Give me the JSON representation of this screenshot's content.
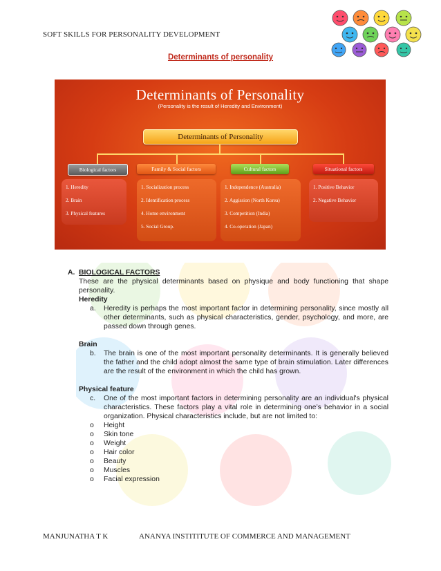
{
  "header": {
    "running_title": "SOFT SKILLS FOR PERSONALITY  DEVELOPMENT"
  },
  "title": "Determinants of personality",
  "figure": {
    "title": "Determinants of Personality",
    "subtitle": "(Personality is the result of Heredity and Environment)",
    "center_box": "Determinants  of  Personality",
    "categories": [
      {
        "label": "Biological factors",
        "items": [
          "1. Heredity",
          "2. Brain",
          "3. Physical features"
        ]
      },
      {
        "label": "Family & Social factors",
        "items": [
          "1. Socialization process",
          "2. Identification process",
          "4. Home environment",
          "5. Social Group."
        ]
      },
      {
        "label": "Cultural factors",
        "items": [
          "1. Independence (Australia)",
          "2. Aggission (North Korea)",
          "3. Competition (India)",
          "4. Co-operation (Japan)"
        ]
      },
      {
        "label": "Situational factors",
        "items": [
          "1. Positive Behavior",
          "2. Negative Behavior"
        ]
      }
    ]
  },
  "section": {
    "letter": "A.",
    "heading": "BIOLOGICAL FACTORS",
    "intro": "These are the physical determinants based on physique and body functioning that shape personality.",
    "heredity": {
      "heading": "Heredity",
      "marker": "a.",
      "text": "Heredity is perhaps the most important factor in determining personality, since mostly all other determinants, such as physical characteristics, gender, psychology, and more, are passed down through genes."
    },
    "brain": {
      "heading": "Brain",
      "marker": "b.",
      "text": "The brain is one of the most important personality determinants. It is generally believed the father and the child adopt almost the same type of brain stimulation. Later differences are the result of the environment in which the child has grown."
    },
    "physical": {
      "heading": "Physical feature",
      "marker": "c.",
      "text": "One of the most important factors in determining personality are an individual's physical characteristics. These factors play a vital role in determining one’s behavior in a social organization. Physical characteristics include, but are not limited to:",
      "bullet_symbol": "o",
      "list": [
        "Height",
        "Skin tone",
        "Weight",
        "Hair color",
        "Beauty",
        "Muscles",
        "Facial expression"
      ]
    }
  },
  "footer": {
    "author": "MANJUNATHA T K",
    "institution": "ANANYA INSTITITUTE OF COMMERCE AND MANAGEMENT"
  },
  "colors": {
    "title_red": "#c0291b",
    "hero_orange": "#d63c13"
  }
}
